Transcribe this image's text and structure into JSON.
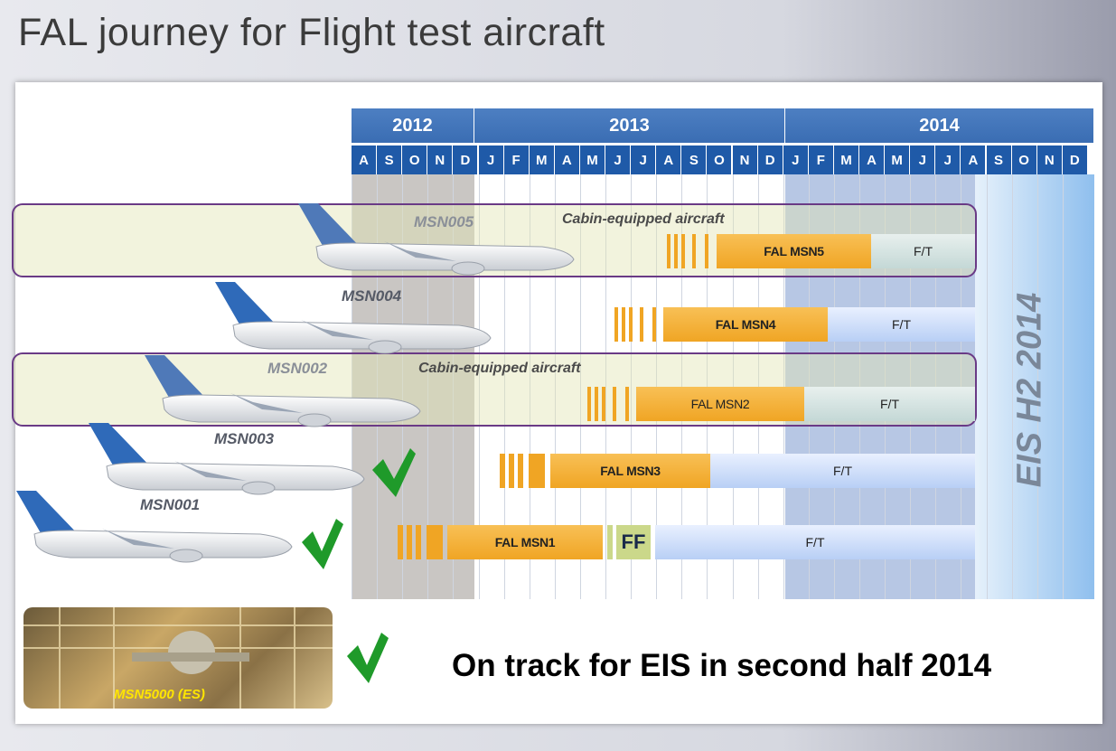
{
  "title": "FAL journey for Flight test aircraft",
  "years": [
    "2012",
    "2013",
    "2014"
  ],
  "months": [
    "A",
    "S",
    "O",
    "N",
    "D",
    "J",
    "F",
    "M",
    "A",
    "M",
    "J",
    "J",
    "A",
    "S",
    "O",
    "N",
    "D",
    "J",
    "F",
    "M",
    "A",
    "M",
    "J",
    "J",
    "A",
    "S",
    "O",
    "N",
    "D"
  ],
  "rows": {
    "msn005": {
      "label": "MSN005",
      "cabin": "Cabin-equipped aircraft",
      "fal": "FAL MSN5",
      "ft": "F/T"
    },
    "msn004": {
      "label": "MSN004",
      "fal": "FAL MSN4",
      "ft": "F/T"
    },
    "msn002": {
      "label": "MSN002",
      "cabin": "Cabin-equipped aircraft",
      "fal": "FAL MSN2",
      "ft": "F/T"
    },
    "msn003": {
      "label": "MSN003",
      "fal": "FAL MSN3",
      "ft": "F/T"
    },
    "msn001": {
      "label": "MSN001",
      "fal": "FAL MSN1",
      "ff": "FF",
      "ft": "F/T"
    }
  },
  "eis": "EIS H2 2014",
  "photo_caption": "MSN5000 (ES)",
  "tagline": "On track for EIS in second half 2014",
  "colors": {
    "year_blue": "#3a6db3",
    "month_blue": "#1f5aa8",
    "fal_orange": "#f0a524",
    "frame_purple": "#6a3a86",
    "check_green": "#1f9a2a"
  }
}
